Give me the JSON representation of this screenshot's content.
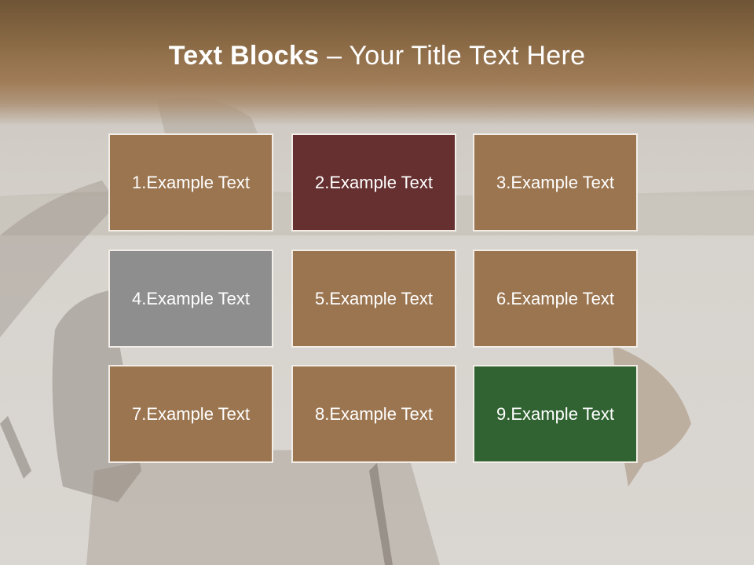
{
  "slide": {
    "title_bold": "Text Blocks",
    "title_separator": " – ",
    "title_rest": "Your Title Text Here"
  },
  "colors": {
    "block_default": "#9b7550",
    "block_accent_dark_red": "#662f30",
    "block_accent_gray": "#8e8e8e",
    "block_accent_green": "#306331",
    "border": "#f2ede6"
  },
  "blocks": [
    {
      "label": "1.Example Text",
      "color": "#9b7550"
    },
    {
      "label": "2.Example Text",
      "color": "#662f30"
    },
    {
      "label": "3.Example Text",
      "color": "#9b7550"
    },
    {
      "label": "4.Example Text",
      "color": "#8e8e8e"
    },
    {
      "label": "5.Example Text",
      "color": "#9b7550"
    },
    {
      "label": "6.Example Text",
      "color": "#9b7550"
    },
    {
      "label": "7.Example Text",
      "color": "#9b7550"
    },
    {
      "label": "8.Example Text",
      "color": "#9b7550"
    },
    {
      "label": "9.Example Text",
      "color": "#306331"
    }
  ]
}
